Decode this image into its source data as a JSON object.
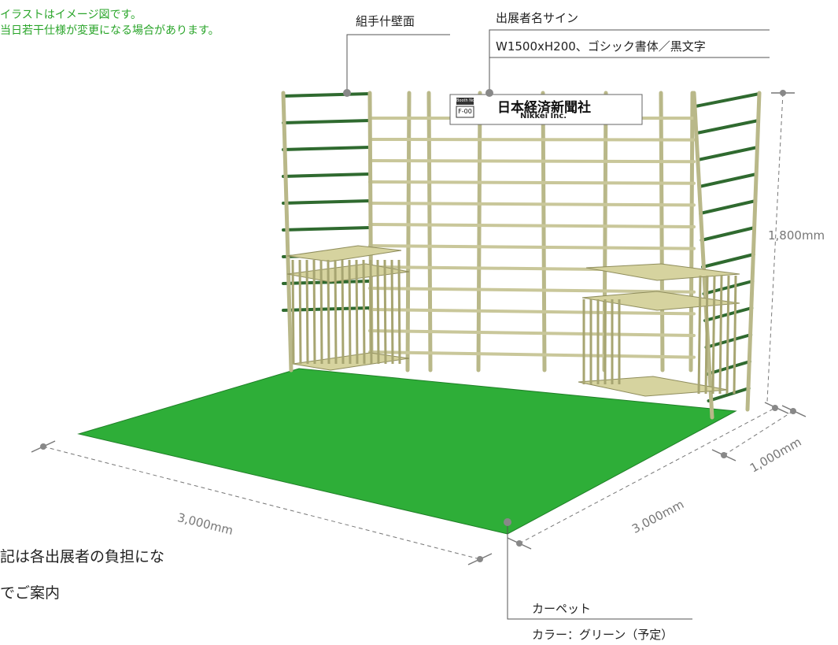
{
  "notes": {
    "line1": "イラストはイメージ図です。",
    "line2": "当日若干仕様が変更になる場合があります。"
  },
  "callouts": {
    "wall": "組手什壁面",
    "sign_title": "出展者名サイン",
    "sign_spec": "W1500xH200、ゴシック書体／黒文字",
    "carpet_title": "カーペット",
    "carpet_color": "カラー：グリーン（予定）"
  },
  "sign": {
    "booth_no_label": "Booth No.",
    "booth_no": "F-00",
    "company_jp": "日本経済新聞社",
    "company_en": "Nikkei Inc."
  },
  "dimensions": {
    "height": "1,800mm",
    "front_width": "3,000mm",
    "side_depth": "3,000mm",
    "counter_depth": "1,000mm"
  },
  "footnotes": {
    "line1": "記は各出展者の負担にな",
    "line2": "でご案内"
  },
  "colors": {
    "carpet": "#2eae38",
    "bamboo_dark": "#2f6a2f",
    "bamboo_light": "#c9c79a",
    "note_green": "#2aa52a"
  }
}
